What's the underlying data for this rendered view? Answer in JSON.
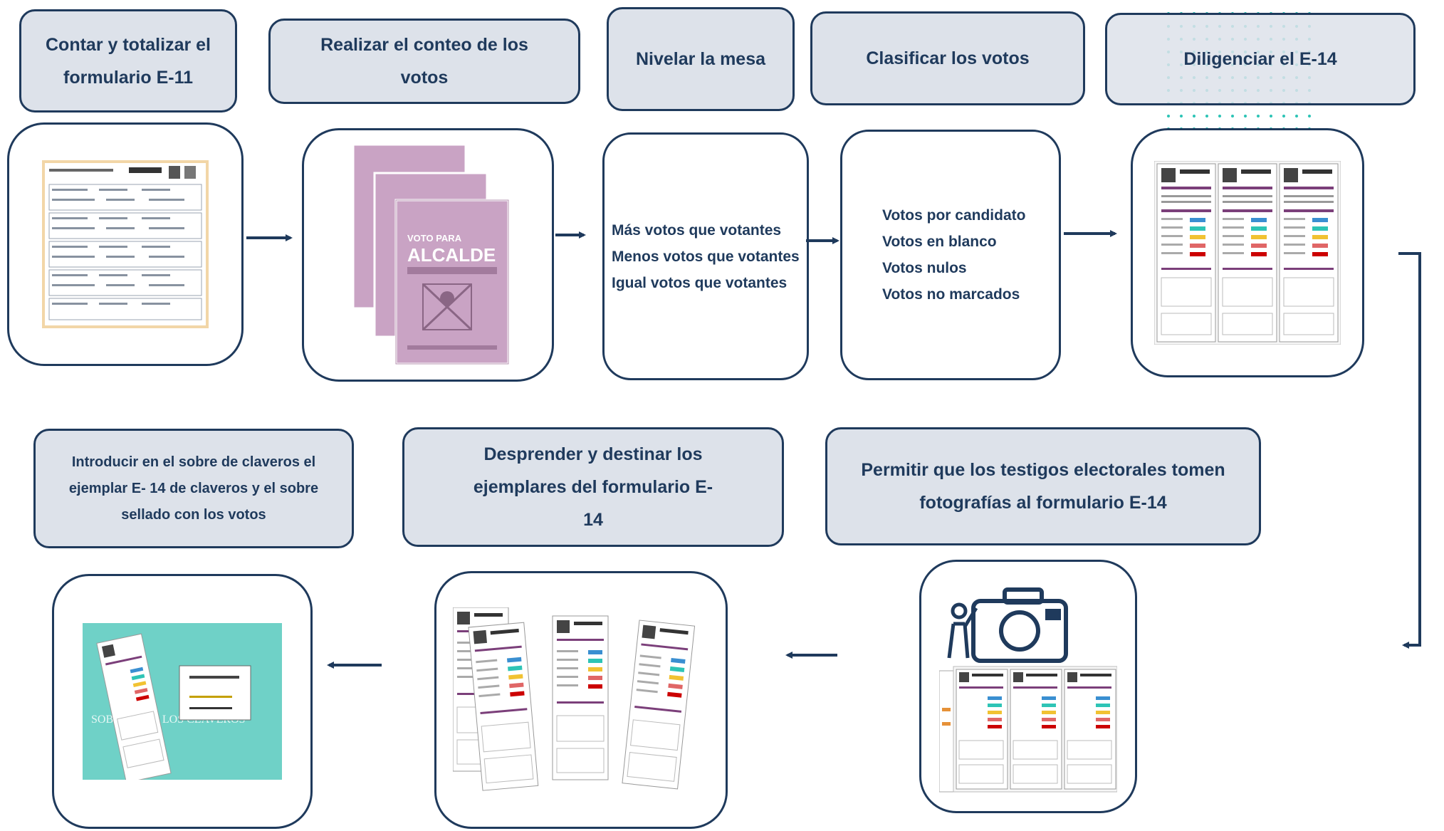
{
  "steps": {
    "contar": "Contar y totalizar el formulario E-11",
    "conteo": "Realizar el conteo de los votos",
    "nivelar": "Nivelar la mesa",
    "clasificar": "Clasificar los votos",
    "diligenciar": "Diligenciar el E-14",
    "permitir": "Permitir que los testigos electorales tomen fotografías al formulario E-14",
    "desprender": "Desprender y destinar los ejemplares del formulario E-14",
    "introducir": "Introducir en el sobre de claveros el ejemplar E- 14 de claveros y el sobre sellado con los votos"
  },
  "nivelar_items": [
    "Más votos que votantes",
    "Menos votos que votantes",
    "Igual votos que votantes"
  ],
  "clasificar_items": [
    "Votos por candidato",
    "Votos en blanco",
    "Votos nulos",
    "Votos no marcados"
  ],
  "tarjeton_text": {
    "top": "VOTO PARA",
    "title": "ALCALDE"
  },
  "sobre_text": "SOBRE PARA LOS CLAVEROS",
  "colors": {
    "navy": "#1f3a5c",
    "box_fill": "#dde2ea",
    "teal": "#2ec4b6",
    "envelope": "#6fd1c7",
    "ballot": "#c9a3c4"
  }
}
